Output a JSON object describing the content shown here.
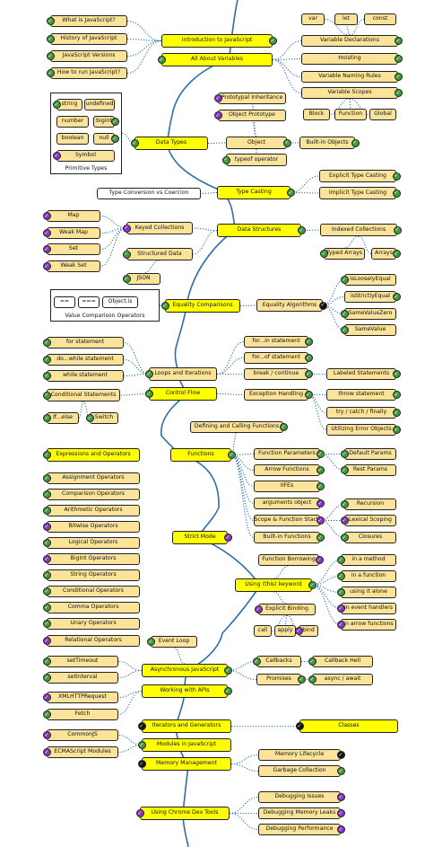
{
  "colors": {
    "topic": "#ffff00",
    "subtopic": "#fbe49a",
    "spine": "#2d6fa8",
    "dotted": "#2d6fa8",
    "check_green": "#3f9c3a",
    "check_purple": "#8a33c7",
    "check_black": "#111111"
  },
  "status_icons": {
    "g": "check-green-icon",
    "p": "check-purple-icon",
    "k": "check-black-icon"
  },
  "nodes": [
    {
      "id": "n1",
      "label": "What is JavaScript?",
      "kind": "sub",
      "st": "g",
      "cs": "L"
    },
    {
      "id": "n2",
      "label": "History of JavaScript",
      "kind": "sub",
      "st": "g",
      "cs": "L"
    },
    {
      "id": "n3",
      "label": "JavaScript Versions",
      "kind": "sub",
      "st": "g",
      "cs": "L"
    },
    {
      "id": "n4",
      "label": "How to run JavaScript?",
      "kind": "sub",
      "st": "g",
      "cs": "L"
    },
    {
      "id": "n5",
      "label": "Introduction to JavaScript",
      "kind": "topic",
      "st": "g",
      "cs": "R"
    },
    {
      "id": "n6",
      "label": "All About Variables",
      "kind": "topic",
      "st": "g",
      "cs": "L"
    },
    {
      "id": "n7",
      "label": "var",
      "kind": "sub",
      "st": "",
      "cs": ""
    },
    {
      "id": "n8",
      "label": "let",
      "kind": "sub",
      "st": "",
      "cs": ""
    },
    {
      "id": "n9",
      "label": "const",
      "kind": "sub",
      "st": "",
      "cs": ""
    },
    {
      "id": "n10",
      "label": "Variable Declarations",
      "kind": "sub",
      "st": "g",
      "cs": "R"
    },
    {
      "id": "n11",
      "label": "Hoisting",
      "kind": "sub",
      "st": "g",
      "cs": "R"
    },
    {
      "id": "n12",
      "label": "Variable Naming Rules",
      "kind": "sub",
      "st": "g",
      "cs": "R"
    },
    {
      "id": "n13",
      "label": "Variable Scopes",
      "kind": "sub",
      "st": "g",
      "cs": "R"
    },
    {
      "id": "n14",
      "label": "Block",
      "kind": "sub",
      "st": "",
      "cs": ""
    },
    {
      "id": "n15",
      "label": "Function",
      "kind": "sub",
      "st": "",
      "cs": ""
    },
    {
      "id": "n16",
      "label": "Global",
      "kind": "sub",
      "st": "",
      "cs": ""
    },
    {
      "id": "n17",
      "label": "string",
      "kind": "sub",
      "st": "g",
      "cs": "L"
    },
    {
      "id": "n18",
      "label": "undefined",
      "kind": "sub",
      "st": "",
      "cs": ""
    },
    {
      "id": "n19",
      "label": "number",
      "kind": "sub",
      "st": "",
      "cs": ""
    },
    {
      "id": "n20",
      "label": "bigint",
      "kind": "sub",
      "st": "g",
      "cs": "R"
    },
    {
      "id": "n21",
      "label": "boolean",
      "kind": "sub",
      "st": "",
      "cs": ""
    },
    {
      "id": "n22",
      "label": "null",
      "kind": "sub",
      "st": "g",
      "cs": "R"
    },
    {
      "id": "n23",
      "label": "Symbol",
      "kind": "sub",
      "st": "p",
      "cs": "L"
    },
    {
      "id": "n24",
      "label": "Prototypal Inheritance",
      "kind": "sub",
      "st": "p",
      "cs": "L"
    },
    {
      "id": "n25",
      "label": "Object Prototype",
      "kind": "sub",
      "st": "p",
      "cs": "L"
    },
    {
      "id": "n26",
      "label": "Data Types",
      "kind": "topic",
      "st": "g",
      "cs": "L"
    },
    {
      "id": "n27",
      "label": "Object",
      "kind": "sub",
      "st": "g",
      "cs": "R"
    },
    {
      "id": "n28",
      "label": "Built-in Objects",
      "kind": "sub",
      "st": "g",
      "cs": "R"
    },
    {
      "id": "n29",
      "label": "typeof operator",
      "kind": "sub",
      "st": "g",
      "cs": "L"
    },
    {
      "id": "n30",
      "label": "Explicit Type Casting",
      "kind": "sub",
      "st": "g",
      "cs": "R"
    },
    {
      "id": "n31",
      "label": "Implicit Type Casting",
      "kind": "sub",
      "st": "g",
      "cs": "R"
    },
    {
      "id": "n32",
      "label": "Type Conversion vs Coercion",
      "kind": "plain",
      "st": "",
      "cs": ""
    },
    {
      "id": "n33",
      "label": "Type Casting",
      "kind": "topic",
      "st": "g",
      "cs": "R"
    },
    {
      "id": "n34",
      "label": "Map",
      "kind": "sub",
      "st": "p",
      "cs": "L"
    },
    {
      "id": "n35",
      "label": "Weak Map",
      "kind": "sub",
      "st": "p",
      "cs": "L"
    },
    {
      "id": "n36",
      "label": "Set",
      "kind": "sub",
      "st": "p",
      "cs": "L"
    },
    {
      "id": "n37",
      "label": "Weak Set",
      "kind": "sub",
      "st": "p",
      "cs": "L"
    },
    {
      "id": "n38",
      "label": "Keyed Collections",
      "kind": "sub",
      "st": "p",
      "cs": "L"
    },
    {
      "id": "n39",
      "label": "Data Structures",
      "kind": "topic",
      "st": "g",
      "cs": "R"
    },
    {
      "id": "n40",
      "label": "Indexed Collections",
      "kind": "sub",
      "st": "g",
      "cs": "R"
    },
    {
      "id": "n41",
      "label": "Typed Arrays",
      "kind": "sub",
      "st": "g",
      "cs": "L"
    },
    {
      "id": "n42",
      "label": "Arrays",
      "kind": "sub",
      "st": "g",
      "cs": "R"
    },
    {
      "id": "n43",
      "label": "Structured Data",
      "kind": "sub",
      "st": "g",
      "cs": "L"
    },
    {
      "id": "n44",
      "label": "JSON",
      "kind": "sub",
      "st": "g",
      "cs": "L"
    },
    {
      "id": "n45",
      "label": "==",
      "kind": "plain",
      "st": "",
      "cs": ""
    },
    {
      "id": "n46",
      "label": "===",
      "kind": "plain",
      "st": "",
      "cs": ""
    },
    {
      "id": "n47",
      "label": "Object.is",
      "kind": "plain",
      "st": "",
      "cs": ""
    },
    {
      "id": "n48",
      "label": "Equality Comparisons",
      "kind": "topic",
      "st": "g",
      "cs": "L"
    },
    {
      "id": "n49",
      "label": "Equality Algorithms",
      "kind": "sub",
      "st": "k",
      "cs": "R"
    },
    {
      "id": "n50",
      "label": "isLooselyEqual",
      "kind": "sub",
      "st": "g",
      "cs": "L"
    },
    {
      "id": "n51",
      "label": "isStrictlyEqual",
      "kind": "sub",
      "st": "g",
      "cs": "R"
    },
    {
      "id": "n52",
      "label": "SameValueZero",
      "kind": "sub",
      "st": "g",
      "cs": "L"
    },
    {
      "id": "n53",
      "label": "SameValue",
      "kind": "sub",
      "st": "g",
      "cs": "L"
    },
    {
      "id": "n54",
      "label": "for statement",
      "kind": "sub",
      "st": "g",
      "cs": "L"
    },
    {
      "id": "n55",
      "label": "do...while statement",
      "kind": "sub",
      "st": "g",
      "cs": "L"
    },
    {
      "id": "n56",
      "label": "while statement",
      "kind": "sub",
      "st": "g",
      "cs": "L"
    },
    {
      "id": "n57",
      "label": "for...in statement",
      "kind": "sub",
      "st": "g",
      "cs": "R"
    },
    {
      "id": "n58",
      "label": "for...of statement",
      "kind": "sub",
      "st": "g",
      "cs": "R"
    },
    {
      "id": "n59",
      "label": "break / continue",
      "kind": "sub",
      "st": "g",
      "cs": "R"
    },
    {
      "id": "n60",
      "label": "Loops and Iterations",
      "kind": "sub",
      "st": "g",
      "cs": "L"
    },
    {
      "id": "n61",
      "label": "Labeled Statements",
      "kind": "sub",
      "st": "g",
      "cs": "R"
    },
    {
      "id": "n62",
      "label": "Conditional Statements",
      "kind": "sub",
      "st": "g",
      "cs": "L"
    },
    {
      "id": "n63",
      "label": "Control Flow",
      "kind": "topic",
      "st": "g",
      "cs": "L"
    },
    {
      "id": "n64",
      "label": "Exception Handling",
      "kind": "sub",
      "st": "g",
      "cs": "R"
    },
    {
      "id": "n65",
      "label": "throw statement",
      "kind": "sub",
      "st": "g",
      "cs": "R"
    },
    {
      "id": "n66",
      "label": "try / catch / finally",
      "kind": "sub",
      "st": "g",
      "cs": "R"
    },
    {
      "id": "n67",
      "label": "Utilizing Error Objects",
      "kind": "sub",
      "st": "g",
      "cs": "R"
    },
    {
      "id": "n68",
      "label": "If...else",
      "kind": "sub",
      "st": "g",
      "cs": "L"
    },
    {
      "id": "n69",
      "label": "Switch",
      "kind": "sub",
      "st": "g",
      "cs": "L"
    },
    {
      "id": "n70",
      "label": "Defining and Calling Functions",
      "kind": "sub",
      "st": "g",
      "cs": "R"
    },
    {
      "id": "n71",
      "label": "Expressions and Operators",
      "kind": "topic",
      "st": "g",
      "cs": "L"
    },
    {
      "id": "n72",
      "label": "Functions",
      "kind": "topic",
      "st": "g",
      "cs": "R"
    },
    {
      "id": "n73",
      "label": "Function Parameters",
      "kind": "sub",
      "st": "g",
      "cs": "R"
    },
    {
      "id": "n74",
      "label": "Default Params",
      "kind": "sub",
      "st": "g",
      "cs": "L"
    },
    {
      "id": "n75",
      "label": "Arrow Functions",
      "kind": "sub",
      "st": "g",
      "cs": "R"
    },
    {
      "id": "n76",
      "label": "Rest Params",
      "kind": "sub",
      "st": "g",
      "cs": "L"
    },
    {
      "id": "n77",
      "label": "IIFEs",
      "kind": "sub",
      "st": "g",
      "cs": "R"
    },
    {
      "id": "n78",
      "label": "arguments object",
      "kind": "sub",
      "st": "p",
      "cs": "R"
    },
    {
      "id": "n79",
      "label": "Recursion",
      "kind": "sub",
      "st": "g",
      "cs": "L"
    },
    {
      "id": "n80",
      "label": "Scope & Function Stack",
      "kind": "sub",
      "st": "p",
      "cs": "R"
    },
    {
      "id": "n81",
      "label": "Lexical Scoping",
      "kind": "sub",
      "st": "p",
      "cs": "L"
    },
    {
      "id": "n82",
      "label": "Built-in Functions",
      "kind": "sub",
      "st": "g",
      "cs": "R"
    },
    {
      "id": "n83",
      "label": "Closures",
      "kind": "sub",
      "st": "g",
      "cs": "L"
    },
    {
      "id": "n84",
      "label": "Assignment Operators",
      "kind": "sub",
      "st": "g",
      "cs": "L"
    },
    {
      "id": "n85",
      "label": "Comparison Operators",
      "kind": "sub",
      "st": "g",
      "cs": "L"
    },
    {
      "id": "n86",
      "label": "Arithmetic Operators",
      "kind": "sub",
      "st": "g",
      "cs": "L"
    },
    {
      "id": "n87",
      "label": "Bitwise Operators",
      "kind": "sub",
      "st": "p",
      "cs": "L"
    },
    {
      "id": "n88",
      "label": "Logical Operators",
      "kind": "sub",
      "st": "g",
      "cs": "L"
    },
    {
      "id": "n89",
      "label": "BigInt Operators",
      "kind": "sub",
      "st": "p",
      "cs": "L"
    },
    {
      "id": "n90",
      "label": "String Operators",
      "kind": "sub",
      "st": "g",
      "cs": "L"
    },
    {
      "id": "n91",
      "label": "Conditional Operators",
      "kind": "sub",
      "st": "g",
      "cs": "L"
    },
    {
      "id": "n92",
      "label": "Comma Operators",
      "kind": "sub",
      "st": "g",
      "cs": "L"
    },
    {
      "id": "n93",
      "label": "Unary Operators",
      "kind": "sub",
      "st": "g",
      "cs": "L"
    },
    {
      "id": "n94",
      "label": "Relational Operators",
      "kind": "sub",
      "st": "p",
      "cs": "L"
    },
    {
      "id": "n95",
      "label": "Strict Mode",
      "kind": "topic",
      "st": "p",
      "cs": "R"
    },
    {
      "id": "n96",
      "label": "Function Borrowing",
      "kind": "sub",
      "st": "p",
      "cs": "R"
    },
    {
      "id": "n97",
      "label": "in a method",
      "kind": "sub",
      "st": "g",
      "cs": "L"
    },
    {
      "id": "n98",
      "label": "in a function",
      "kind": "sub",
      "st": "g",
      "cs": "L"
    },
    {
      "id": "n99",
      "label": "Using (this) keyword",
      "kind": "topic",
      "st": "g",
      "cs": "R"
    },
    {
      "id": "n100",
      "label": "using it alone",
      "kind": "sub",
      "st": "g",
      "cs": "L"
    },
    {
      "id": "n101",
      "label": "in event handlers",
      "kind": "sub",
      "st": "p",
      "cs": "L"
    },
    {
      "id": "n102",
      "label": "in arrow functions",
      "kind": "sub",
      "st": "p",
      "cs": "L"
    },
    {
      "id": "n103",
      "label": "Explicit Binding",
      "kind": "sub",
      "st": "p",
      "cs": "L"
    },
    {
      "id": "n104",
      "label": "call",
      "kind": "sub",
      "st": "",
      "cs": ""
    },
    {
      "id": "n105",
      "label": "apply",
      "kind": "sub",
      "st": "",
      "cs": ""
    },
    {
      "id": "n106",
      "label": "bind",
      "kind": "sub",
      "st": "p",
      "cs": "L"
    },
    {
      "id": "n107",
      "label": "Event Loop",
      "kind": "sub",
      "st": "g",
      "cs": "L"
    },
    {
      "id": "n108",
      "label": "setTimeout",
      "kind": "sub",
      "st": "g",
      "cs": "L"
    },
    {
      "id": "n109",
      "label": "setInterval",
      "kind": "sub",
      "st": "g",
      "cs": "L"
    },
    {
      "id": "n110",
      "label": "Asynchronous JavaScript",
      "kind": "topic",
      "st": "g",
      "cs": "R"
    },
    {
      "id": "n111",
      "label": "Callbacks",
      "kind": "sub",
      "st": "g",
      "cs": "L"
    },
    {
      "id": "n112",
      "label": "Callback Hell",
      "kind": "sub",
      "st": "g",
      "cs": "L"
    },
    {
      "id": "n113",
      "label": "Promises",
      "kind": "sub",
      "st": "g",
      "cs": "R"
    },
    {
      "id": "n114",
      "label": "async / await",
      "kind": "sub",
      "st": "g",
      "cs": "L"
    },
    {
      "id": "n115",
      "label": "XMLHTTPRequest",
      "kind": "sub",
      "st": "p",
      "cs": "L"
    },
    {
      "id": "n116",
      "label": "Working with APIs",
      "kind": "topic",
      "st": "g",
      "cs": "R"
    },
    {
      "id": "n117",
      "label": "Fetch",
      "kind": "sub",
      "st": "g",
      "cs": "L"
    },
    {
      "id": "n118",
      "label": "Iterators and Generators",
      "kind": "topic",
      "st": "k",
      "cs": "L"
    },
    {
      "id": "n119",
      "label": "Classes",
      "kind": "topic",
      "st": "k",
      "cs": "L"
    },
    {
      "id": "n120",
      "label": "CommonJS",
      "kind": "sub",
      "st": "p",
      "cs": "L"
    },
    {
      "id": "n121",
      "label": "ECMAScript Modules",
      "kind": "sub",
      "st": "p",
      "cs": "L"
    },
    {
      "id": "n122",
      "label": "Modules in JavaScript",
      "kind": "topic",
      "st": "g",
      "cs": "L"
    },
    {
      "id": "n123",
      "label": "Memory Management",
      "kind": "topic",
      "st": "k",
      "cs": "L"
    },
    {
      "id": "n124",
      "label": "Memory Lifecycle",
      "kind": "sub",
      "st": "k",
      "cs": "R"
    },
    {
      "id": "n125",
      "label": "Garbage Collection",
      "kind": "sub",
      "st": "g",
      "cs": "R"
    },
    {
      "id": "n126",
      "label": "Using Chrome Dev Tools",
      "kind": "topic",
      "st": "p",
      "cs": "L"
    },
    {
      "id": "n127",
      "label": "Debugging Issues",
      "kind": "sub",
      "st": "p",
      "cs": "R"
    },
    {
      "id": "n128",
      "label": "Debugging Memory Leaks",
      "kind": "sub",
      "st": "p",
      "cs": "R"
    },
    {
      "id": "n129",
      "label": "Debugging Performance",
      "kind": "sub",
      "st": "p",
      "cs": "R"
    }
  ],
  "groups": [
    {
      "id": "g1",
      "label": "Primitive Types"
    },
    {
      "id": "g2",
      "label": "Value Comparison Operators"
    }
  ],
  "edges": [
    [
      "n1",
      "n5"
    ],
    [
      "n2",
      "n5"
    ],
    [
      "n3",
      "n5"
    ],
    [
      "n4",
      "n5"
    ],
    [
      "n6",
      "n10"
    ],
    [
      "n6",
      "n11"
    ],
    [
      "n6",
      "n12"
    ],
    [
      "n6",
      "n13"
    ],
    [
      "n10",
      "n7"
    ],
    [
      "n10",
      "n8"
    ],
    [
      "n10",
      "n9"
    ],
    [
      "n13",
      "n14"
    ],
    [
      "n13",
      "n15"
    ],
    [
      "n13",
      "n16"
    ],
    [
      "g1",
      "n26"
    ],
    [
      "n26",
      "n27"
    ],
    [
      "n27",
      "n24"
    ],
    [
      "n27",
      "n25"
    ],
    [
      "n27",
      "n28"
    ],
    [
      "n27",
      "n29"
    ],
    [
      "n33",
      "n30"
    ],
    [
      "n33",
      "n31"
    ],
    [
      "n33",
      "n32"
    ],
    [
      "n38",
      "n34"
    ],
    [
      "n38",
      "n35"
    ],
    [
      "n38",
      "n36"
    ],
    [
      "n38",
      "n37"
    ],
    [
      "n39",
      "n38"
    ],
    [
      "n39",
      "n43"
    ],
    [
      "n43",
      "n44"
    ],
    [
      "n39",
      "n40"
    ],
    [
      "n40",
      "n41"
    ],
    [
      "n40",
      "n42"
    ],
    [
      "g2",
      "n48"
    ],
    [
      "n48",
      "n49"
    ],
    [
      "n49",
      "n50"
    ],
    [
      "n49",
      "n51"
    ],
    [
      "n49",
      "n52"
    ],
    [
      "n49",
      "n53"
    ],
    [
      "n60",
      "n54"
    ],
    [
      "n60",
      "n55"
    ],
    [
      "n60",
      "n56"
    ],
    [
      "n60",
      "n57"
    ],
    [
      "n60",
      "n58"
    ],
    [
      "n60",
      "n59"
    ],
    [
      "n59",
      "n61"
    ],
    [
      "n63",
      "n62"
    ],
    [
      "n62",
      "n68"
    ],
    [
      "n62",
      "n69"
    ],
    [
      "n63",
      "n64"
    ],
    [
      "n64",
      "n65"
    ],
    [
      "n64",
      "n66"
    ],
    [
      "n64",
      "n67"
    ],
    [
      "n72",
      "n70"
    ],
    [
      "n72",
      "n73"
    ],
    [
      "n72",
      "n75"
    ],
    [
      "n72",
      "n77"
    ],
    [
      "n72",
      "n78"
    ],
    [
      "n72",
      "n80"
    ],
    [
      "n72",
      "n82"
    ],
    [
      "n73",
      "n74"
    ],
    [
      "n73",
      "n76"
    ],
    [
      "n80",
      "n79"
    ],
    [
      "n80",
      "n81"
    ],
    [
      "n80",
      "n83"
    ],
    [
      "n99",
      "n96"
    ],
    [
      "n99",
      "n97"
    ],
    [
      "n99",
      "n98"
    ],
    [
      "n99",
      "n100"
    ],
    [
      "n99",
      "n101"
    ],
    [
      "n99",
      "n102"
    ],
    [
      "n99",
      "n103"
    ],
    [
      "n103",
      "n104"
    ],
    [
      "n103",
      "n105"
    ],
    [
      "n103",
      "n106"
    ],
    [
      "n110",
      "n107"
    ],
    [
      "n110",
      "n108"
    ],
    [
      "n110",
      "n109"
    ],
    [
      "n110",
      "n111"
    ],
    [
      "n110",
      "n113"
    ],
    [
      "n111",
      "n112"
    ],
    [
      "n113",
      "n114"
    ],
    [
      "n116",
      "n115"
    ],
    [
      "n116",
      "n117"
    ],
    [
      "n122",
      "n120"
    ],
    [
      "n122",
      "n121"
    ],
    [
      "n123",
      "n124"
    ],
    [
      "n123",
      "n125"
    ],
    [
      "n126",
      "n127"
    ],
    [
      "n126",
      "n128"
    ],
    [
      "n126",
      "n129"
    ],
    [
      "n118",
      "n119"
    ]
  ]
}
